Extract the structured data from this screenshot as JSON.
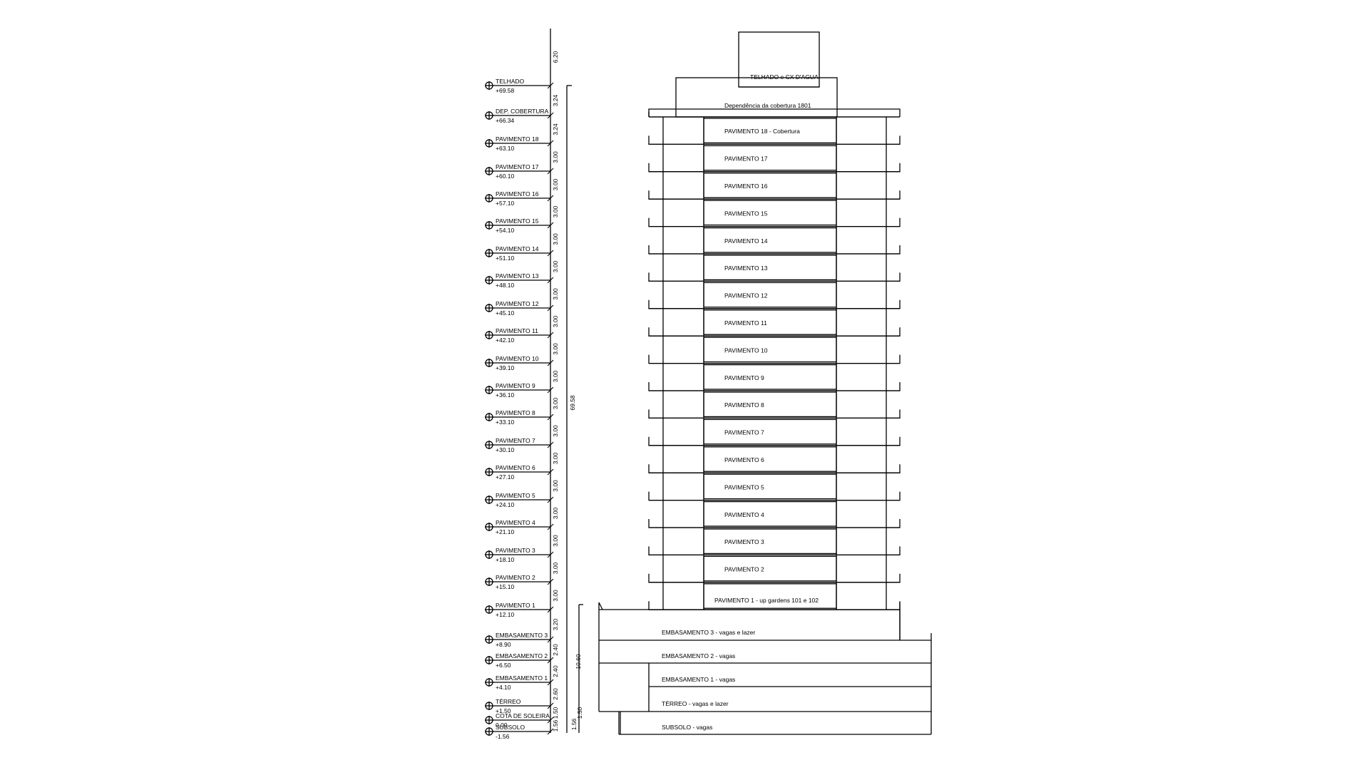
{
  "levels": [
    {
      "name": "TELHADO",
      "elev": "+69.58",
      "dim_above": "6.20"
    },
    {
      "name": "DEP. COBERTURA",
      "elev": "+66.34",
      "dim_above": "3.24"
    },
    {
      "name": "PAVIMENTO 18",
      "elev": "+63.10",
      "dim_above": "3.24"
    },
    {
      "name": "PAVIMENTO 17",
      "elev": "+60.10",
      "dim_above": "3.00"
    },
    {
      "name": "PAVIMENTO 16",
      "elev": "+57.10",
      "dim_above": "3.00"
    },
    {
      "name": "PAVIMENTO 15",
      "elev": "+54.10",
      "dim_above": "3.00"
    },
    {
      "name": "PAVIMENTO 14",
      "elev": "+51.10",
      "dim_above": "3.00"
    },
    {
      "name": "PAVIMENTO 13",
      "elev": "+48.10",
      "dim_above": "3.00"
    },
    {
      "name": "PAVIMENTO 12",
      "elev": "+45.10",
      "dim_above": "3.00"
    },
    {
      "name": "PAVIMENTO 11",
      "elev": "+42.10",
      "dim_above": "3.00"
    },
    {
      "name": "PAVIMENTO 10",
      "elev": "+39.10",
      "dim_above": "3.00"
    },
    {
      "name": "PAVIMENTO 9",
      "elev": "+36.10",
      "dim_above": "3.00"
    },
    {
      "name": "PAVIMENTO 8",
      "elev": "+33.10",
      "dim_above": "3.00"
    },
    {
      "name": "PAVIMENTO 7",
      "elev": "+30.10",
      "dim_above": "3.00"
    },
    {
      "name": "PAVIMENTO 6",
      "elev": "+27.10",
      "dim_above": "3.00"
    },
    {
      "name": "PAVIMENTO 5",
      "elev": "+24.10",
      "dim_above": "3.00"
    },
    {
      "name": "PAVIMENTO 4",
      "elev": "+21.10",
      "dim_above": "3.00"
    },
    {
      "name": "PAVIMENTO 3",
      "elev": "+18.10",
      "dim_above": "3.00"
    },
    {
      "name": "PAVIMENTO 2",
      "elev": "+15.10",
      "dim_above": "3.00"
    },
    {
      "name": "PAVIMENTO 1",
      "elev": "+12.10",
      "dim_above": "3.00"
    },
    {
      "name": "EMBASAMENTO 3",
      "elev": "+8.90",
      "dim_above": "3.20"
    },
    {
      "name": "EMBASAMENTO 2",
      "elev": "+6.50",
      "dim_above": "2.40"
    },
    {
      "name": "EMBASAMENTO 1",
      "elev": "+4.10",
      "dim_above": "2.40"
    },
    {
      "name": "TÉRREO",
      "elev": "+1.50",
      "dim_above": "2.60"
    },
    {
      "name": "COTA DE SOLEIRA",
      "elev": "0.00",
      "dim_above": "1.50"
    },
    {
      "name": "SUBSOLO",
      "elev": "-1.56",
      "dim_above": "1.56"
    }
  ],
  "dimensions": {
    "total": "69.58",
    "podium": "10.60",
    "ground": "1.50",
    "basement": "1.56"
  },
  "rooms": {
    "roof": "TELHADO e CX D'AGUA",
    "penthouse": "Dependência da cobertura 1801",
    "floors": [
      "PAVIMENTO 18 - Cobertura",
      "PAVIMENTO 17",
      "PAVIMENTO 16",
      "PAVIMENTO 15",
      "PAVIMENTO 14",
      "PAVIMENTO 13",
      "PAVIMENTO 12",
      "PAVIMENTO 11",
      "PAVIMENTO 10",
      "PAVIMENTO 9",
      "PAVIMENTO 8",
      "PAVIMENTO 7",
      "PAVIMENTO 6",
      "PAVIMENTO 5",
      "PAVIMENTO 4",
      "PAVIMENTO 3",
      "PAVIMENTO 2"
    ],
    "pav1": "PAVIMENTO 1 - up gardens 101 e 102",
    "emb3": "EMBASAMENTO 3 - vagas e lazer",
    "emb2": "EMBASAMENTO 2 - vagas",
    "emb1": "EMBASAMENTO 1 - vagas",
    "terreo": "TÉRREO - vagas e lazer",
    "subsolo": "SUBSOLO - vagas"
  }
}
